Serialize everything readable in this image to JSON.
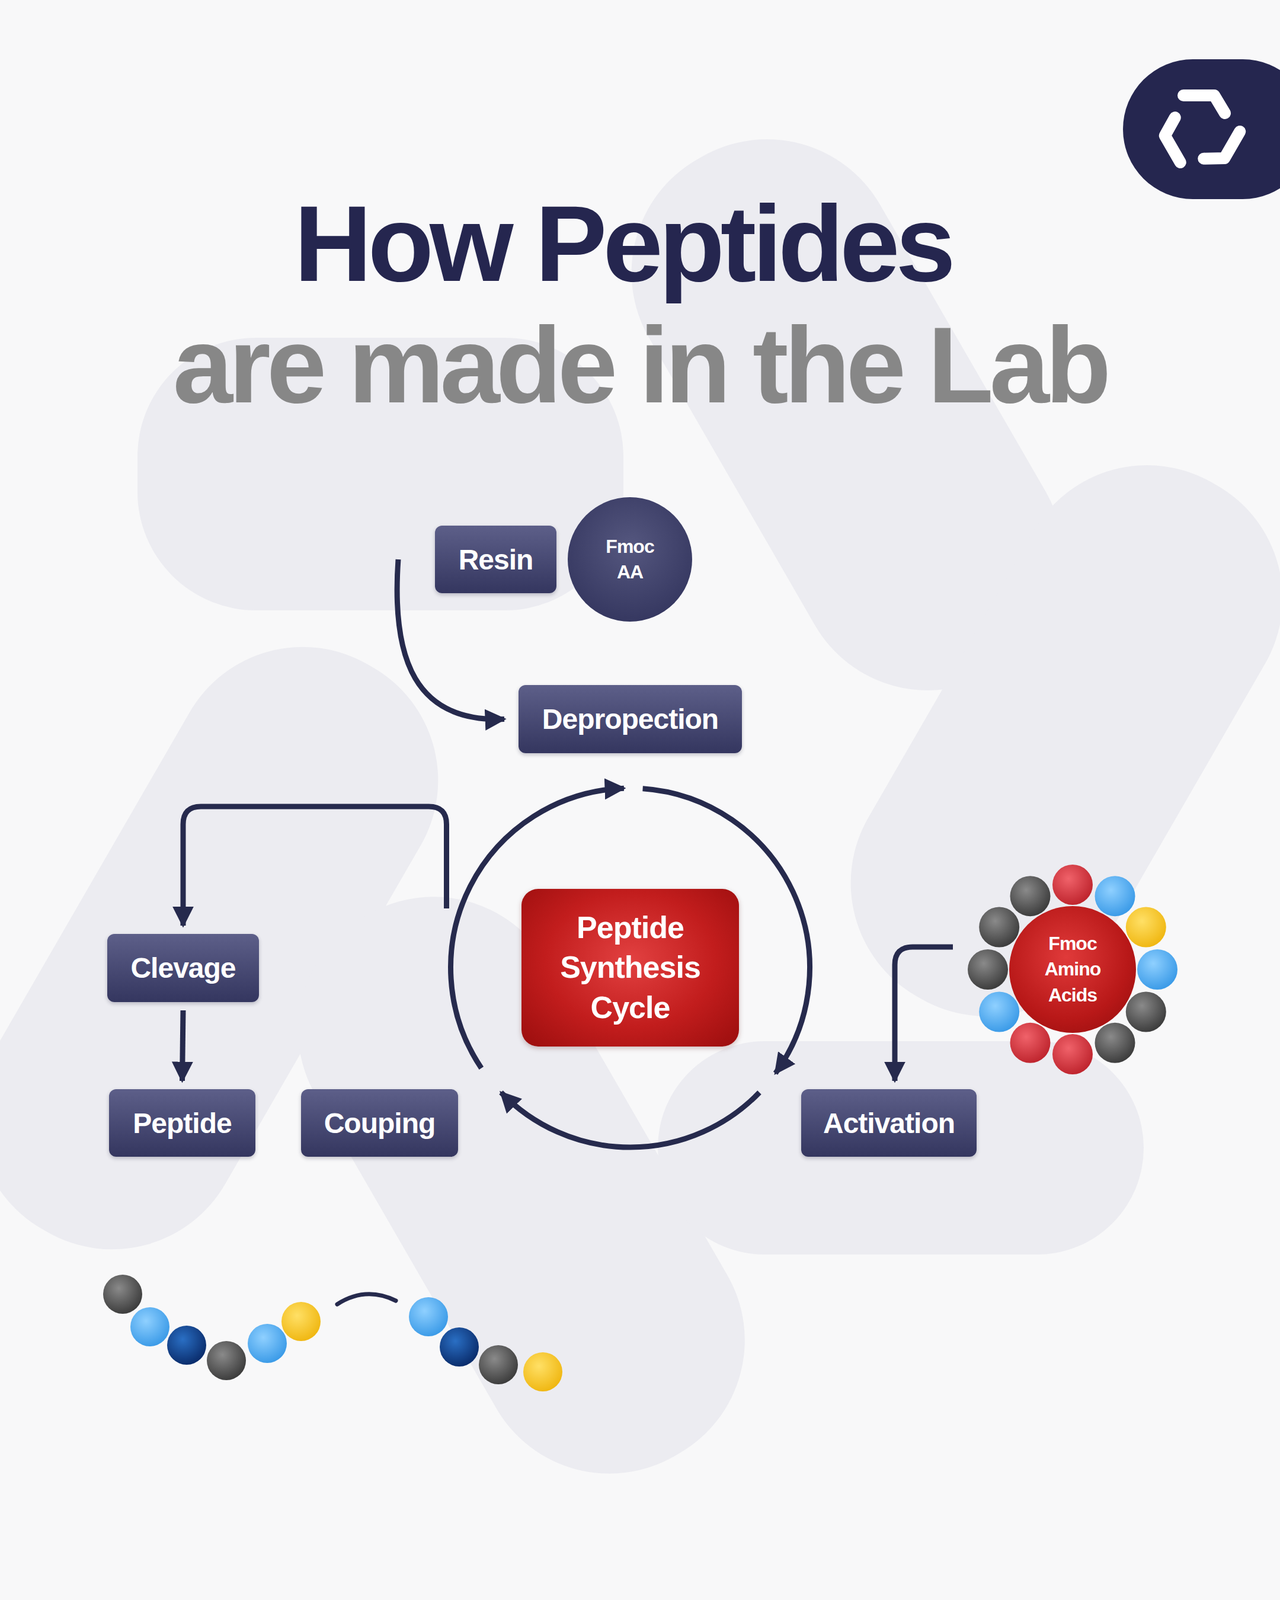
{
  "diagram": {
    "title": "How Peptides",
    "nodes": [
      {
        "text": [
          "Resin"
        ]
      },
      {
        "text": [
          "Fmoc AA"
        ]
      },
      {
        "text": [
          "Depropection"
        ]
      },
      {
        "text": [
          "Peptide Synthesis Cycle"
        ]
      },
      {
        "text": [
          "Clevage"
        ]
      },
      {
        "text": [
          "Peptide"
        ]
      },
      {
        "text": [
          "Couping"
        ]
      },
      {
        "text": [
          "Activation"
        ]
      },
      {
        "text": [
          "Fmoc Amino Acids"
        ]
      }
    ],
    "edges": [
      {
        "from": 0,
        "to": 2,
        "arrow": "to"
      },
      {
        "from": 8,
        "to": 7,
        "arrow": "to"
      },
      {
        "from": 2,
        "to": 7,
        "arrow": "to"
      },
      {
        "from": 7,
        "to": 6,
        "arrow": "to"
      },
      {
        "from": 6,
        "to": 2,
        "arrow": "to"
      },
      {
        "from": 6,
        "to": 4,
        "arrow": "to"
      },
      {
        "from": 4,
        "to": 5,
        "arrow": "to"
      }
    ],
    "labels": [
      "are made in the Lab"
    ]
  }
}
